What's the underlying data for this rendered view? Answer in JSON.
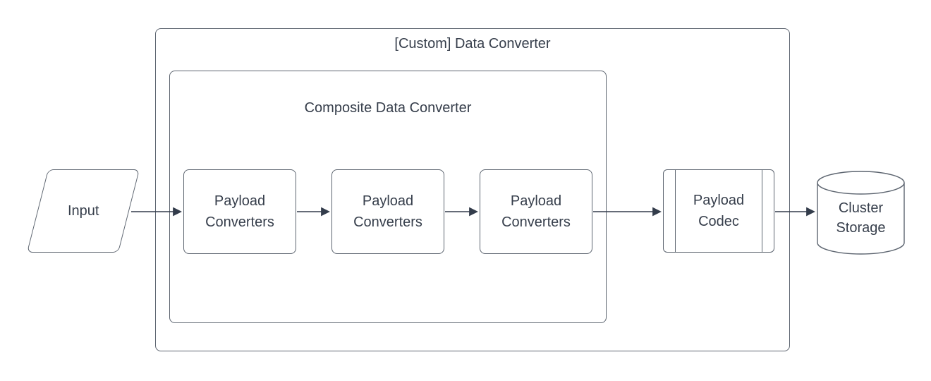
{
  "containers": {
    "custom_data_converter": {
      "label": "[Custom] Data Converter"
    },
    "composite_data_converter": {
      "label": "Composite Data Converter"
    }
  },
  "nodes": {
    "input": {
      "label": "Input",
      "shape": "parallelogram"
    },
    "payload_converters_1": {
      "label": "Payload Converters",
      "shape": "rounded-rectangle"
    },
    "payload_converters_2": {
      "label": "Payload Converters",
      "shape": "rounded-rectangle"
    },
    "payload_converters_3": {
      "label": "Payload Converters",
      "shape": "rounded-rectangle"
    },
    "payload_codec": {
      "label": "Payload Codec",
      "shape": "predefined-process"
    },
    "cluster_storage": {
      "label": "Cluster Storage",
      "shape": "cylinder"
    }
  },
  "edges": [
    {
      "from": "input",
      "to": "payload_converters_1"
    },
    {
      "from": "payload_converters_1",
      "to": "payload_converters_2"
    },
    {
      "from": "payload_converters_2",
      "to": "payload_converters_3"
    },
    {
      "from": "payload_converters_3",
      "to": "payload_codec"
    },
    {
      "from": "payload_codec",
      "to": "cluster_storage"
    }
  ],
  "colors": {
    "background": "#ffffff",
    "shape_border": "#5d6570",
    "text": "#363e4b",
    "arrow": "#333c4b"
  }
}
